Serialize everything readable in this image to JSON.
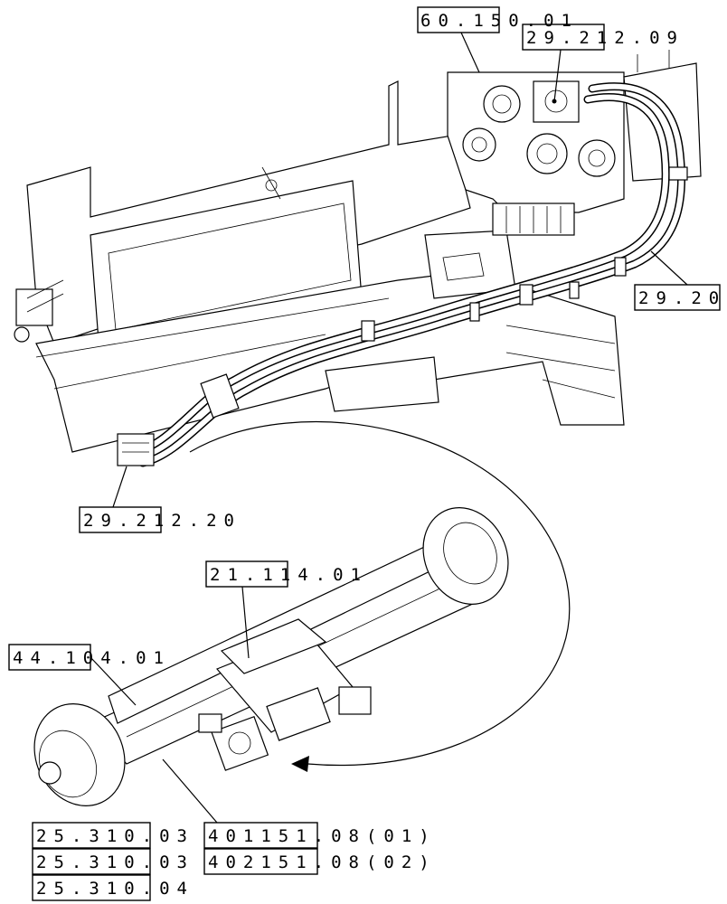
{
  "references": {
    "r1": {
      "text": "60.150.01"
    },
    "r2": {
      "text": "29.212.09"
    },
    "r3": {
      "text": "29.20"
    },
    "r4": {
      "text": "29.212.20"
    },
    "r5": {
      "text": "21.114.01"
    },
    "r6": {
      "text": "44.104.01"
    },
    "r7": {
      "text": "25.310.03"
    },
    "r8": {
      "text": "25.310.03"
    },
    "r9": {
      "text": "25.310.04"
    },
    "r10": {
      "text": "(01)"
    },
    "r11": {
      "text": "(02)"
    },
    "r12": {
      "text": "401151.08(01)"
    },
    "r13": {
      "text": "402151.08(02)"
    }
  }
}
